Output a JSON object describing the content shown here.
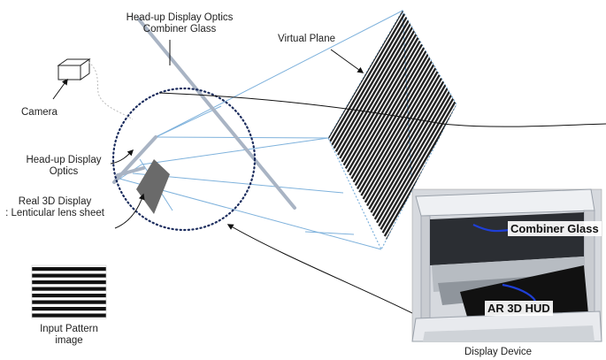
{
  "labels": {
    "hud_optics_combiner": [
      "Head-up Display Optics",
      "Combiner Glass"
    ],
    "virtual_plane": "Virtual Plane",
    "camera": "Camera",
    "hud_optics": [
      "Head-up Display",
      "Optics"
    ],
    "real_3d_display": [
      "Real 3D Display",
      ": Lenticular lens sheet"
    ],
    "input_pattern": [
      "Input Pattern",
      "image"
    ],
    "display_device": "Display Device"
  },
  "photo": {
    "combiner_glass_label": "Combiner Glass",
    "ar_3d_hud_label": "AR 3D HUD"
  },
  "colors": {
    "ray_blue": "#7fb2dc",
    "circle_navy": "#1c2d5e",
    "pointer_blue": "#1f3fd6",
    "stripe_dark": "#222222"
  }
}
